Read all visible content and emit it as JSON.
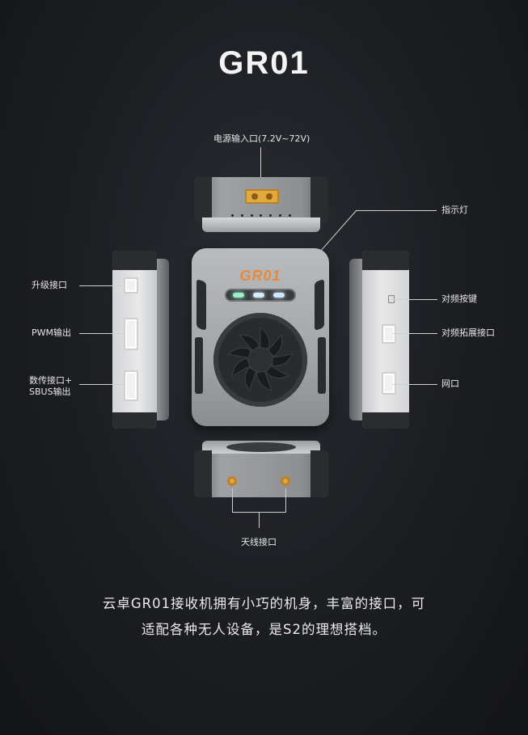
{
  "title": "GR01",
  "device_logo": "GR01",
  "labels": {
    "power_input": "电源输入口(7.2V~72V)",
    "indicator": "指示灯",
    "upgrade_port": "升级接口",
    "pwm_output": "PWM输出",
    "data_port_line1": "数传接口+",
    "data_port_line2": "SBUS输出",
    "pair_button": "对频按键",
    "pair_ext_port": "对频拓展接口",
    "network_port": "网口",
    "antenna_port": "天线接口"
  },
  "description": {
    "line1": "云卓GR01接收机拥有小巧的机身，丰富的接口，可",
    "line2": "适配各种无人设备，是S2的理想搭档。"
  },
  "colors": {
    "background": "#1b1d21",
    "text": "#e8e8e8",
    "accent_logo": "#e58a3c",
    "xt_connector": "#e2a93b",
    "led": "#cfe8ff"
  }
}
